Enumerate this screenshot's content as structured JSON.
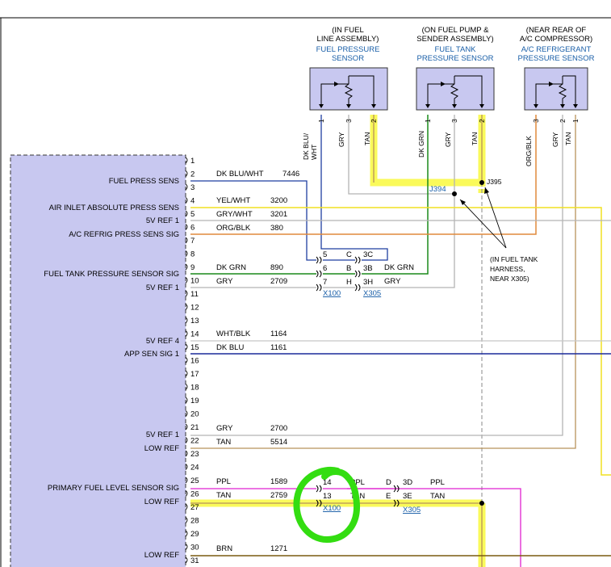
{
  "sensors": {
    "fuel_pressure": {
      "location_line1": "(IN FUEL",
      "location_line2": "LINE ASSEMBLY)",
      "name_line1": "FUEL PRESSURE",
      "name_line2": "SENSOR",
      "pins": [
        "1",
        "3",
        "2"
      ],
      "wires": [
        "DK BLU/",
        "WHT",
        "GRY",
        "TAN"
      ]
    },
    "fuel_tank": {
      "location_line1": "(ON FUEL PUMP &",
      "location_line2": "SENDER ASSEMBLY)",
      "name_line1": "FUEL TANK",
      "name_line2": "PRESSURE SENSOR",
      "pins": [
        "1",
        "3",
        "2"
      ],
      "wires": [
        "DK GRN",
        "GRY",
        "TAN"
      ]
    },
    "ac": {
      "location_line1": "(NEAR REAR OF",
      "location_line2": "A/C COMPRESSOR)",
      "name_line1": "A/C REFRIGERANT",
      "name_line2": "PRESSURE SENSOR",
      "pins": [
        "3",
        "2",
        "1"
      ],
      "wires": [
        "ORG/BLK",
        "GRY",
        "TAN"
      ]
    }
  },
  "splices": {
    "j395": "J395",
    "j394": "J394",
    "note_line1": "(IN FUEL TANK",
    "note_line2": "HARNESS,",
    "note_line3": "NEAR X305)"
  },
  "module_labels": [
    "FUEL PRESS SENS",
    "AIR INLET ABSOLUTE PRESS SENS",
    "5V REF 1",
    "A/C REFRIG PRESS SENS SIG",
    "FUEL TANK PRESSURE SENSOR SIG",
    "5V REF 1",
    "5V REF 4",
    "APP SEN SIG 1",
    "5V REF 1",
    "LOW REF",
    "PRIMARY FUEL LEVEL SENSOR SIG",
    "LOW REF",
    "LOW REF"
  ],
  "pin_numbers": [
    "1",
    "2",
    "3",
    "4",
    "5",
    "6",
    "7",
    "8",
    "9",
    "10",
    "11",
    "12",
    "13",
    "14",
    "15",
    "16",
    "17",
    "18",
    "19",
    "20",
    "21",
    "22",
    "23",
    "24",
    "25",
    "26",
    "27",
    "28",
    "29",
    "30",
    "31"
  ],
  "circuits": [
    {
      "color": "DK BLU/WHT",
      "num": "7446"
    },
    {
      "color": "YEL/WHT",
      "num": "3200"
    },
    {
      "color": "GRY/WHT",
      "num": "3201"
    },
    {
      "color": "ORG/BLK",
      "num": "380"
    },
    {
      "color": "DK GRN",
      "num": "890"
    },
    {
      "color": "GRY",
      "num": "2709"
    },
    {
      "color": "WHT/BLK",
      "num": "1164"
    },
    {
      "color": "DK BLU",
      "num": "1161"
    },
    {
      "color": "GRY",
      "num": "2700"
    },
    {
      "color": "TAN",
      "num": "5514"
    },
    {
      "color": "PPL",
      "num": "1589"
    },
    {
      "color": "TAN",
      "num": "2759"
    },
    {
      "color": "BRN",
      "num": "1271"
    }
  ],
  "connector_upper": {
    "x100_pins": [
      "5",
      "6",
      "7"
    ],
    "mid_letters": [
      "C",
      "B",
      "H"
    ],
    "x305_pins": [
      "3C",
      "3B",
      "3H"
    ],
    "right_wires": [
      "DK GRN",
      "GRY"
    ],
    "x100_label": "X100",
    "x305_label": "X305"
  },
  "connector_lower": {
    "x100_pins": [
      "14",
      "13"
    ],
    "left_wires": [
      "PPL",
      "TAN"
    ],
    "mid_letters": [
      "D",
      "E"
    ],
    "x305_pins": [
      "3D",
      "3E"
    ],
    "right_wires": [
      "PPL",
      "TAN"
    ],
    "x100_label": "X100",
    "x305_label": "X305"
  },
  "colors": {
    "highlight": "#fafa5a",
    "dk_blu_wht": "#1f3fa0",
    "dk_grn": "#1a8a1a",
    "gry": "#b4b4b4",
    "org_blk": "#e08a3c",
    "tan": "#b8925a",
    "yel": "#f0e020",
    "ppl": "#e020d0",
    "brn": "#7a5a10",
    "dk_blu": "#1a2a9a",
    "module_fill": "#c8c8f0",
    "annotation": "#33dd11"
  }
}
